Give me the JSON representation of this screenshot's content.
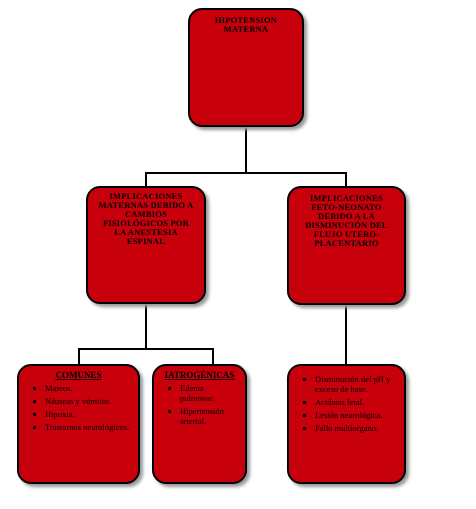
{
  "root": {
    "title": "HIPOTENSION MATERNA"
  },
  "maternal": {
    "title": "IMPLICACIONES MATERNAS DEBIDO A CAMBIOS FISIOLÓGICOS POR LA ANESTESIA ESPINAL"
  },
  "fetal": {
    "title": "IMPLICACIONES FETO-NEONATO DEBIDO A LA DISMINUCIÓN DEL FLUJO UTERO-PLACENTARIO"
  },
  "comunes": {
    "heading": "COMUNES",
    "items": [
      "Mareos.",
      "Náuseas y vómitos.",
      "Hipoxia.",
      "Trastornos neurológicos."
    ]
  },
  "iatrogenicas": {
    "heading": "IATROGÉNICAS",
    "items": [
      "Edema pulmonar.",
      "Hipertensión arterial."
    ]
  },
  "fetal_effects": {
    "items": [
      "Disminución del pH y exceso de base.",
      "Acidosis fetal.",
      "Lesión neurológica.",
      "Fallo multiorgano."
    ]
  }
}
